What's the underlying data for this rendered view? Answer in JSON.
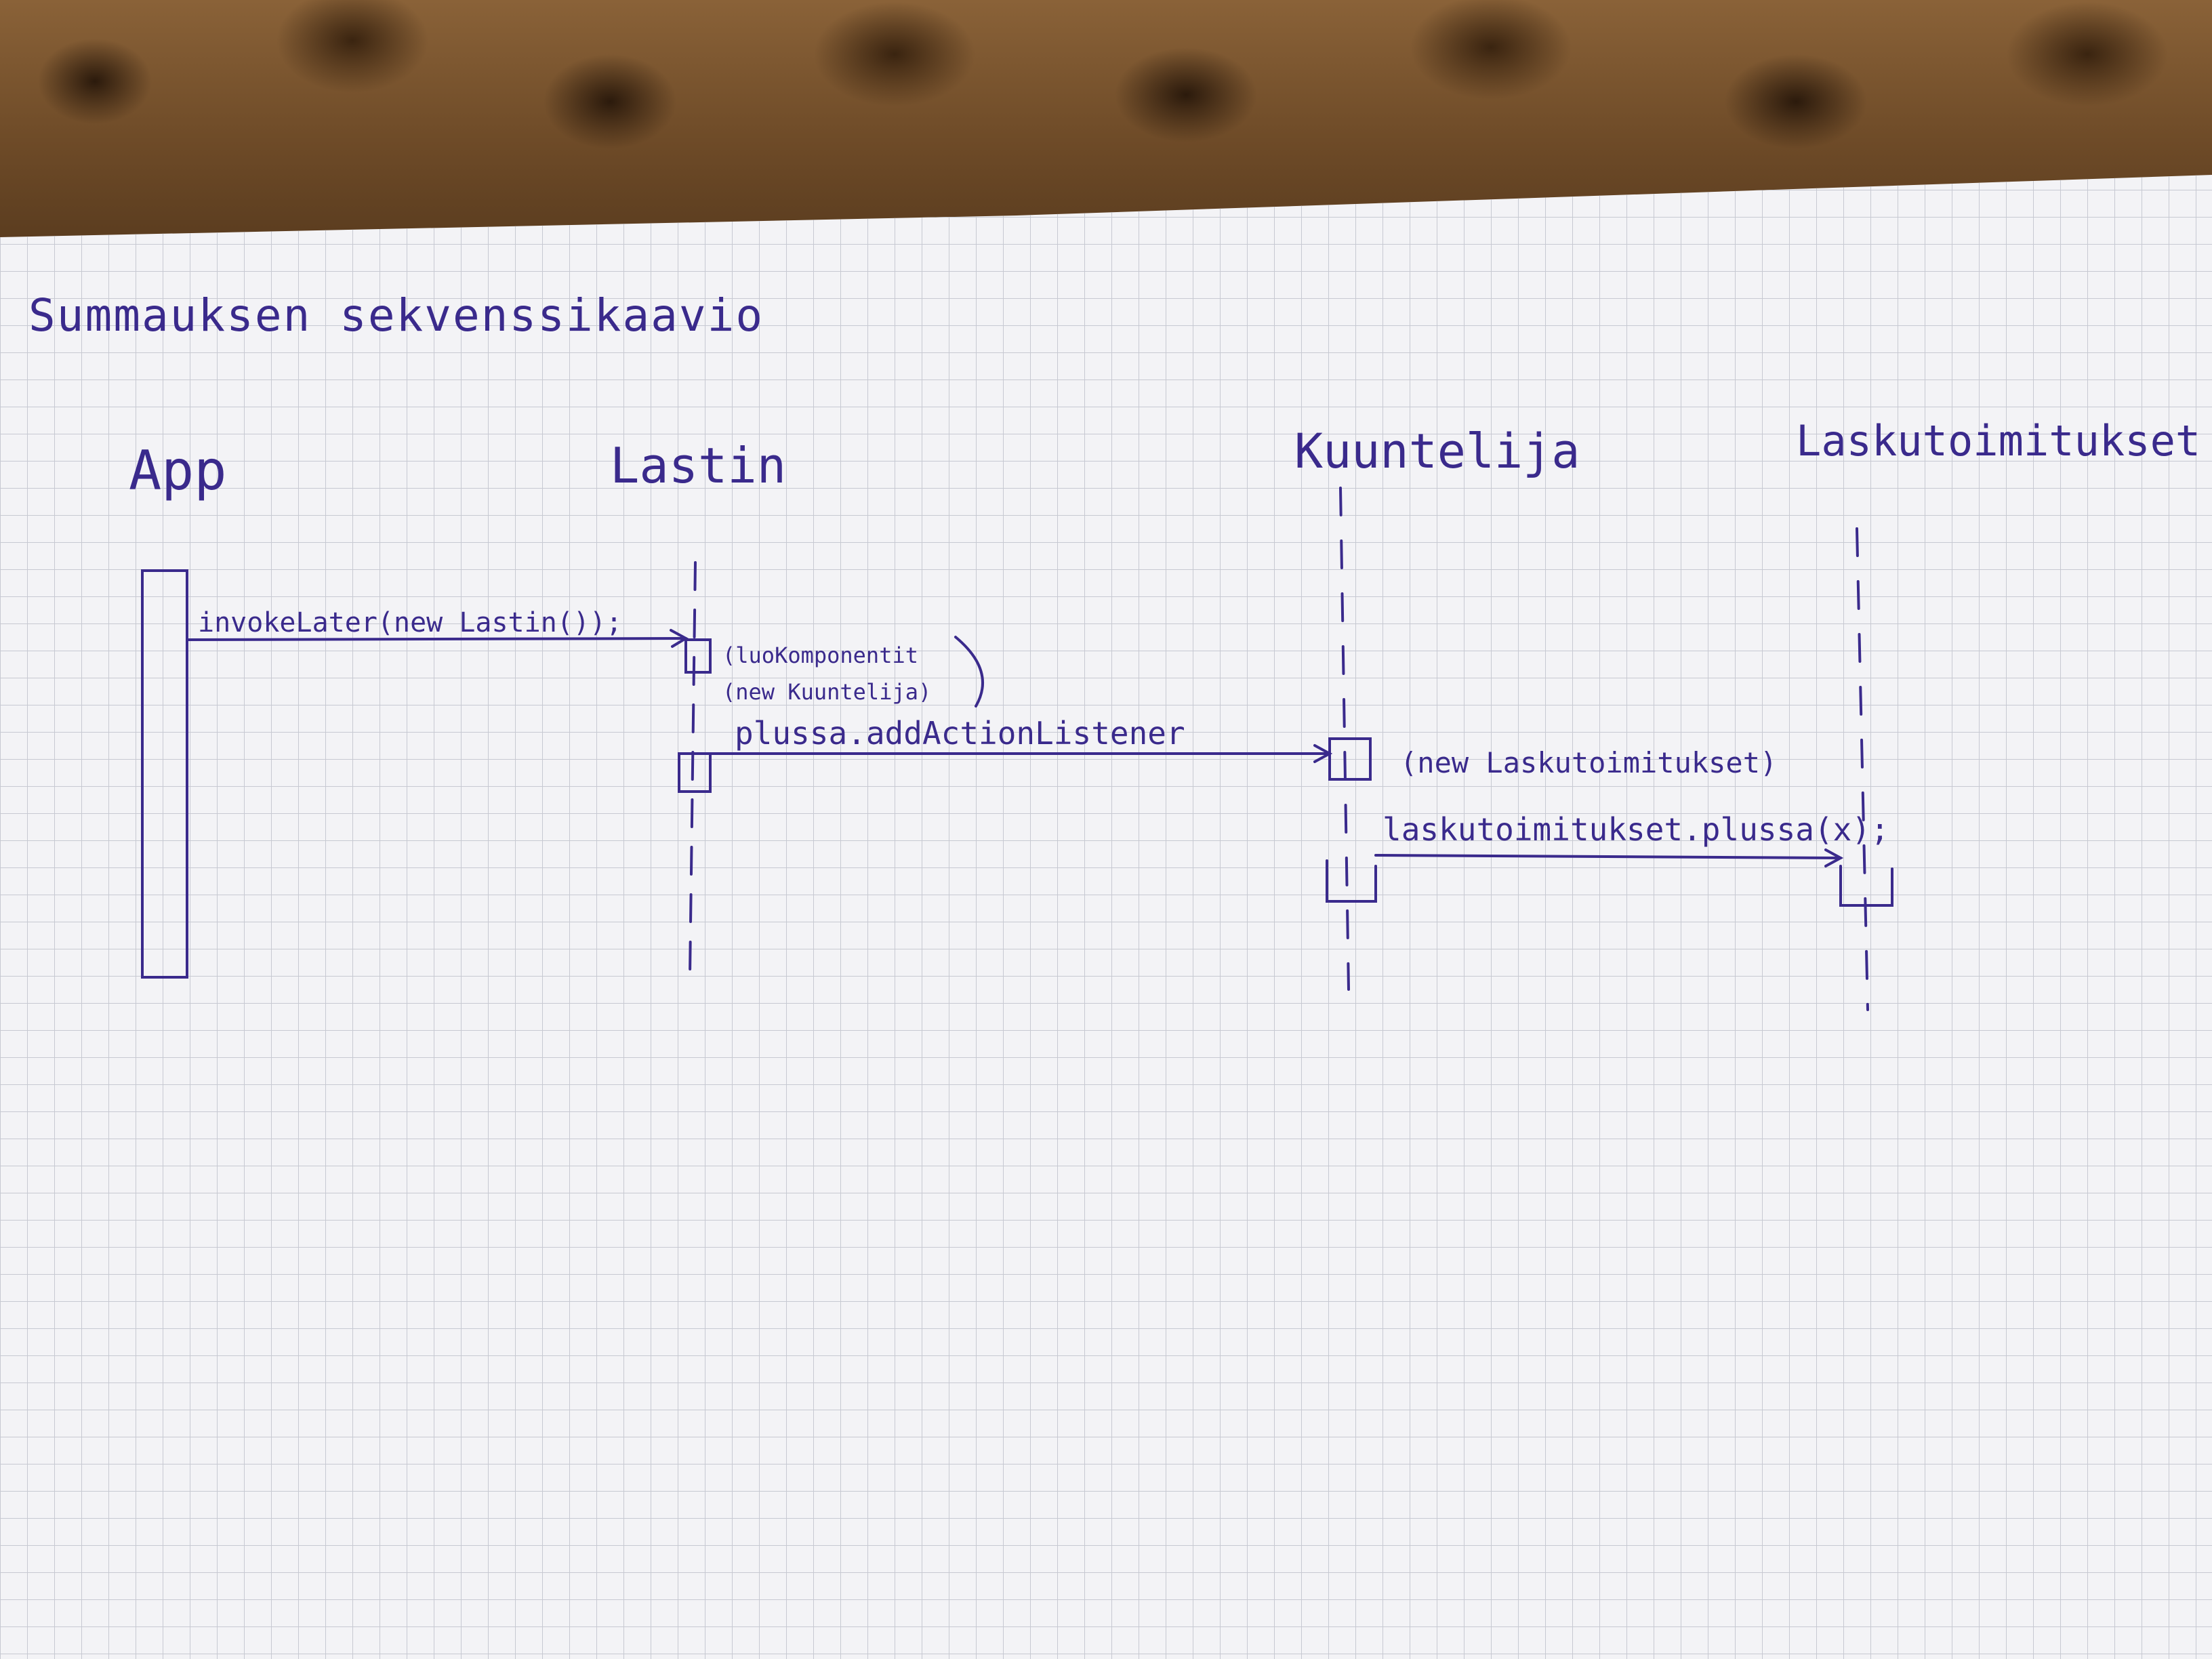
{
  "title": "Summauksen sekvenssikaavio",
  "participants": [
    {
      "name": "App"
    },
    {
      "name": "Lastin"
    },
    {
      "name": "Kuuntelija"
    },
    {
      "name": "Laskutoimitukset"
    }
  ],
  "messages": [
    {
      "from": "App",
      "to": "Lastin",
      "label": "invokeLater(new Lastin());"
    },
    {
      "from": "Lastin",
      "to": "Lastin",
      "label": "(luoKomponentit",
      "label2": "(new Kuuntelija)"
    },
    {
      "from": "Lastin",
      "to": "Kuuntelija",
      "label": "plussa.addActionListener"
    },
    {
      "from": "Kuuntelija",
      "to": "Kuuntelija",
      "label": "(new Laskutoimitukset)"
    },
    {
      "from": "Kuuntelija",
      "to": "Laskutoimitukset",
      "label": "laskutoimitukset.plussa(x);"
    }
  ],
  "colors": {
    "ink": "#3a2a8c",
    "paper": "#f4f4f6",
    "grid": "#c9cbd3"
  }
}
